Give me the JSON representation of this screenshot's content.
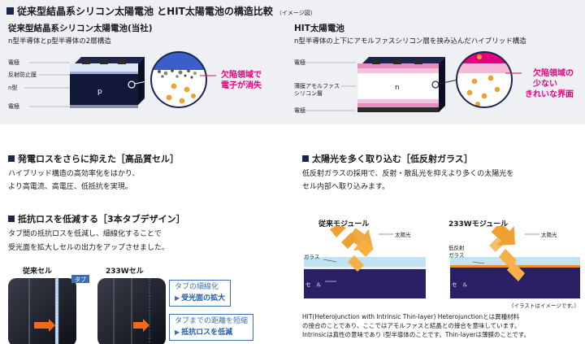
{
  "header": {
    "title": "従来型結晶系シリコン太陽電池 とHIT太陽電池の構造比較",
    "note": "（イメージ図）"
  },
  "conventional_cell": {
    "title": "従来型結晶系シリコン太陽電池(当社)",
    "desc": "n型半導体とp型半導体の2層構造",
    "labels": [
      "電極",
      "反射防止膜",
      "n型",
      "電極"
    ],
    "layer_label": "p",
    "callout": [
      "欠陥領域で",
      "電子が消失"
    ]
  },
  "hit_cell": {
    "title": "HIT太陽電池",
    "desc": "n型半導体の上下にアモルファスシリコン層を挟み込んだハイブリッド構造",
    "labels": [
      "電極",
      "薄膜アモルファス",
      "シリコン層",
      "電極"
    ],
    "layer_label": "n",
    "callout": [
      "欠陥領域の",
      "少ない",
      "きれいな界面"
    ]
  },
  "sections": {
    "quality": {
      "title": "発電ロスをさらに抑えた［高品質セル］",
      "body": [
        "ハイブリッド構造の高効率化をはかり、",
        "より高電流、高電圧、低抵抗を実現。"
      ]
    },
    "tab": {
      "title": "抵抗ロスを低減する［3本タブデザイン］",
      "body": [
        "タブ間の抵抗ロスを低減し、細線化することで",
        "受光面を拡大しセルの出力をアップさせました。"
      ],
      "cell_labels": [
        "従来セル",
        "233Wセル"
      ],
      "tab_label": "タブ",
      "callouts": [
        {
          "line1": "タブの細線化",
          "line2": "受光面の拡大"
        },
        {
          "line1": "タブまでの距離を短縮",
          "line2": "抵抗ロスを低減"
        }
      ]
    },
    "glass": {
      "title": "太陽光を多く取り込む［低反射ガラス］",
      "body": [
        "低反射ガラスの採用で、反射・散乱光を抑えより多くの太陽光を",
        "セル内部へ取り込みます。"
      ],
      "modules": [
        {
          "title": "従来モジュール",
          "sun_label": "太陽光",
          "layer_labels": [
            "ガラス",
            "セ　ル"
          ]
        },
        {
          "title": "233Wモジュール",
          "sun_label": "太陽光",
          "layer_labels": [
            "低反射",
            "ガラス",
            "セ　ル"
          ]
        }
      ],
      "image_note": "（イラストはイメージです。）"
    },
    "hit_note": [
      "HIT(Heterojunction with Intrinsic Thin-layer) Heterojunctionとは異種材料",
      "の接合のことであり、ここではアモルファスと結晶との接合を意味しています。",
      "Intrinsicは真性の意味であり i型半導体のことです。Thin-layerは薄膜のことです。"
    ]
  },
  "colors": {
    "navy": "#1b2550",
    "magenta": "#e6007e",
    "blue": "#3b6fb0",
    "orange": "#f0a030",
    "band": "#eef0f3"
  }
}
